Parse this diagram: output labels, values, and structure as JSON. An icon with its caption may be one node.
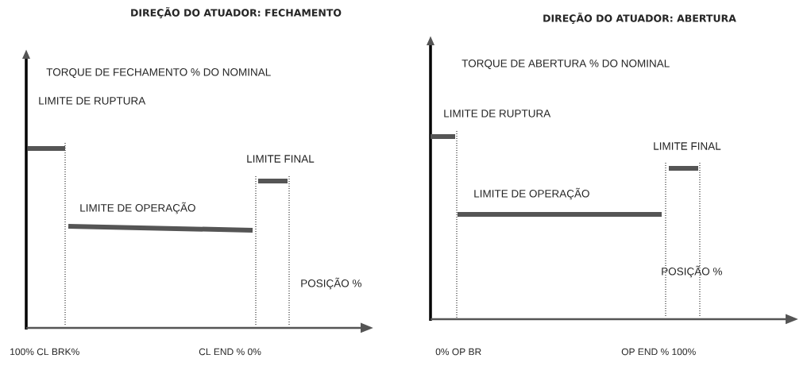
{
  "diagram": {
    "labels": [
      "DIREÇÃO DO ATUADOR: FECHAMENTO",
      "DIREÇÃO DO ATUADOR: ABERTURA",
      "TORQUE DE FECHAMENTO % DO NOMINAL",
      "TORQUE DE ABERTURA % DO NOMINAL",
      "LIMITE DE RUPTURA",
      "LIMITE DE RUPTURA",
      "LIMITE FINAL",
      "LIMITE FINAL",
      "LIMITE DE OPERAÇÃO",
      "LIMITE DE OPERAÇÃO",
      "POSIÇÃO %",
      "POSIÇÃO %",
      "100% CL BRK%",
      "CL END % 0%",
      "0% OP BR",
      "OP END % 100%"
    ]
  }
}
